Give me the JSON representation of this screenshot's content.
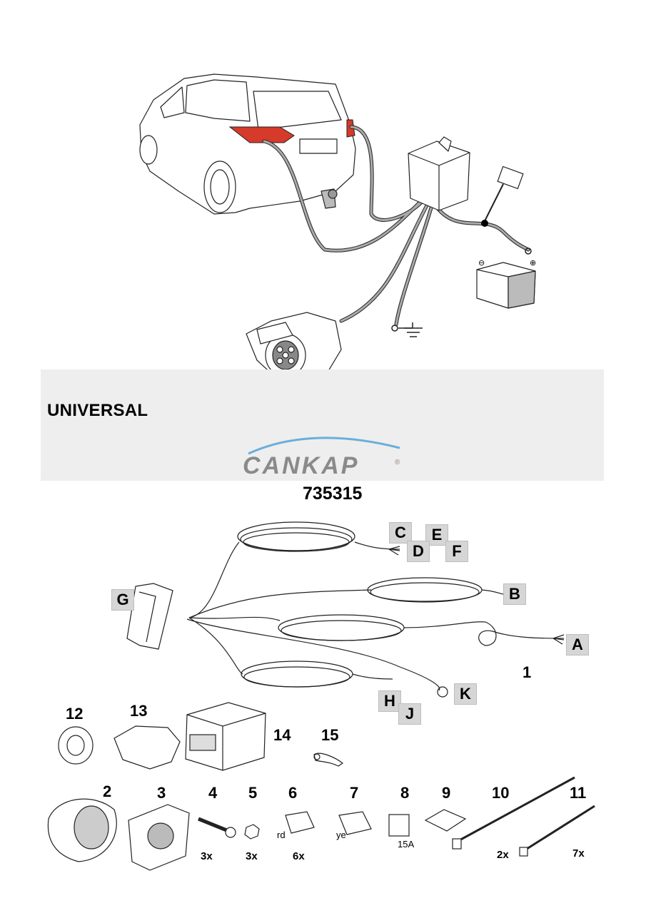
{
  "title": "UNIVERSAL",
  "brand": "CANKAP",
  "brand_mark": "®",
  "part_number": "735315",
  "connector_labels": [
    "A",
    "B",
    "C",
    "D",
    "E",
    "F",
    "G",
    "H",
    "J",
    "K"
  ],
  "item_numbers": {
    "harness": "1",
    "n2": "2",
    "n3": "3",
    "n4": "4",
    "n5": "5",
    "n6": "6",
    "n7": "7",
    "n8": "8",
    "n9": "9",
    "n10": "10",
    "n11": "11",
    "n12": "12",
    "n13": "13",
    "n14": "14",
    "n15": "15"
  },
  "quantities": {
    "q4": "3x",
    "q5": "3x",
    "q6": "6x",
    "q10": "2x",
    "q11": "7x"
  },
  "part_notes": {
    "rd": "rd",
    "ye": "ye",
    "fuse": "15A"
  },
  "colors": {
    "band": "#eeeeee",
    "lamp_red": "#d63a2a",
    "cable": "#9a9a9a",
    "label_box": "#d6d6d6"
  }
}
